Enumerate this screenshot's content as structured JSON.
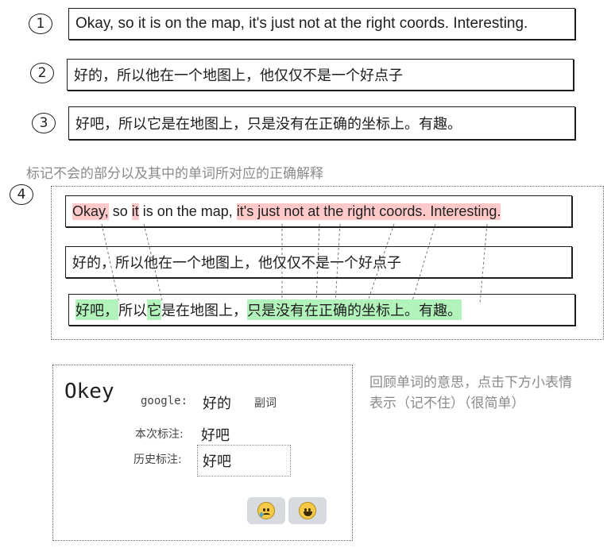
{
  "steps": {
    "s1": {
      "num": "1",
      "text": "Okay, so it is on the map, it's just not at the right coords. Interesting."
    },
    "s2": {
      "num": "2",
      "text": "好的，所以他在一个地图上，他仅仅不是一个好点子"
    },
    "s3": {
      "num": "3",
      "text": "好吧，所以它是在地图上，只是没有在正确的坐标上。有趣。"
    }
  },
  "section4": {
    "title": "标记不会的部分以及其中的单词所对应的正确解释",
    "num": "4",
    "english_segments": [
      "Okay,",
      " so ",
      "it",
      " is on the map, ",
      "it's just not at the right coords. Interesting."
    ],
    "machine_translation": "好的，所以他在一个地图上，他仅仅不是一个好点子",
    "corrected_segments": [
      "好吧，",
      "所以",
      "它",
      "是在地图上，",
      "只是没有在正确的坐标上。有趣。"
    ],
    "colors": {
      "red_highlight": "#ffc9c9",
      "green_highlight": "#b2f2bb"
    }
  },
  "word_card": {
    "word": "Okey",
    "google_label": "google:",
    "google_meaning": "好的",
    "part_of_speech": "副词",
    "current_label": "本次标注:",
    "current_value": "好吧",
    "history_label": "历史标注:",
    "history_value": "好吧",
    "buttons": [
      {
        "icon": "sad-tear-face-icon",
        "label": "can't remember"
      },
      {
        "icon": "grinning-face-icon",
        "label": "easy"
      }
    ]
  },
  "side_note": {
    "line1": "回顾单词的意思，点击下方小表情",
    "line2": "表示（记不住）（很简单）"
  }
}
